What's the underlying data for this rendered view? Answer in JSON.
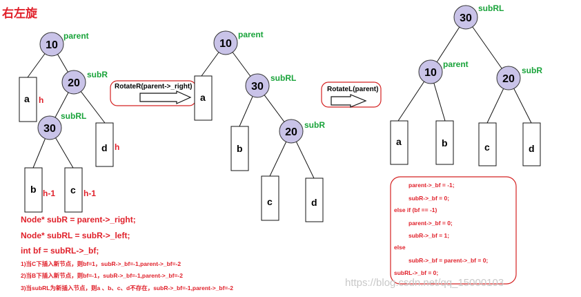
{
  "title": "右左旋",
  "trees": [
    {
      "nodes": [
        {
          "id": "n10",
          "value": "10",
          "label": "parent"
        },
        {
          "id": "n20",
          "value": "20",
          "label": "subR"
        },
        {
          "id": "n30",
          "value": "30",
          "label": "subRL"
        }
      ],
      "subtrees": [
        {
          "id": "a",
          "label": "a",
          "height": "h"
        },
        {
          "id": "b",
          "label": "b",
          "height": "h-1"
        },
        {
          "id": "c",
          "label": "c",
          "height": "h-1"
        },
        {
          "id": "d",
          "label": "d",
          "height": "h"
        }
      ]
    },
    {
      "nodes": [
        {
          "id": "n10",
          "value": "10",
          "label": "parent"
        },
        {
          "id": "n30",
          "value": "30",
          "label": "subRL"
        },
        {
          "id": "n20",
          "value": "20",
          "label": "subR"
        }
      ],
      "subtrees": [
        {
          "id": "a",
          "label": "a"
        },
        {
          "id": "b",
          "label": "b"
        },
        {
          "id": "c",
          "label": "c"
        },
        {
          "id": "d",
          "label": "d"
        }
      ]
    },
    {
      "nodes": [
        {
          "id": "n30",
          "value": "30",
          "label": "subRL"
        },
        {
          "id": "n10",
          "value": "10",
          "label": "parent"
        },
        {
          "id": "n20",
          "value": "20",
          "label": "subR"
        }
      ],
      "subtrees": [
        {
          "id": "a",
          "label": "a"
        },
        {
          "id": "b",
          "label": "b"
        },
        {
          "id": "c",
          "label": "c"
        },
        {
          "id": "d",
          "label": "d"
        }
      ]
    }
  ],
  "operations": [
    "RotateR(parent->_right)",
    "RotateL(parent)"
  ],
  "code": [
    "Node* subR = parent->_right;",
    "Node* subRL = subR->_left;",
    "int bf = subRL->_bf;"
  ],
  "notes": [
    "1)当C下插入新节点，则bf=1，subR->_bf=-1,parent->_bf=-2",
    "2)当B下插入新节点，则bf=-1，subR->_bf=-1,parent->_bf=-2",
    "3)当subRL为新插入节点，则a 、b、c、d不存在，subR->_bf=-1,parent->_bf=-2"
  ],
  "bf_code": [
    "parent->_bf = -1;",
    "subR->_bf = 0;",
    "else if (bf == -1)",
    "parent->_bf = 0;",
    "subR->_bf = 1;",
    "else",
    "subR->_bf = parent->_bf = 0;",
    "subRL->_bf = 0;"
  ],
  "watermark": "https://blog.csdn.net/qq_15000103",
  "colors": {
    "node_fill": "#c9c3e8",
    "label_green": "#19a33a",
    "accent_red": "#e0202a"
  }
}
